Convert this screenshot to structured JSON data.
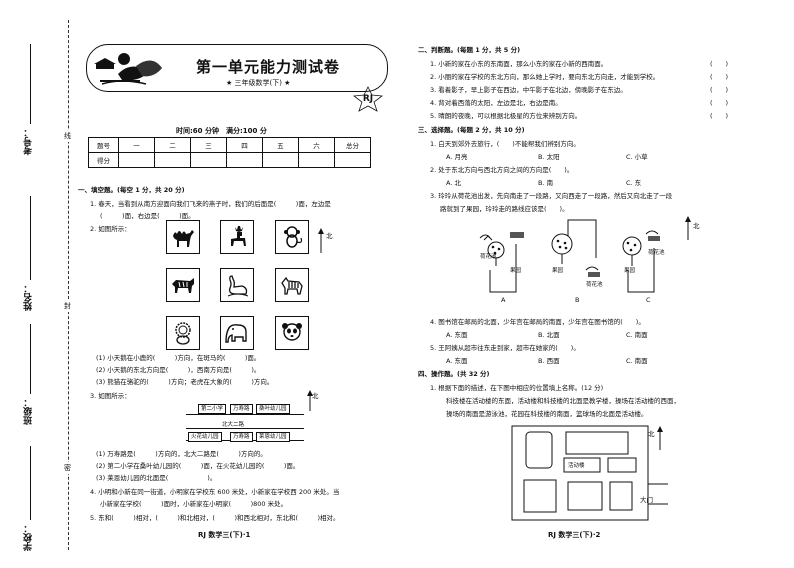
{
  "binding": {
    "student_number_label": "考号：",
    "name_label": "姓名：",
    "class_label": "班级：",
    "school_label": "学校：",
    "line_chars": [
      "线",
      "封",
      "密"
    ]
  },
  "header": {
    "title": "第一单元能力测试卷",
    "subtitle": "★ 三年级数学(下) ★",
    "badge": "RJ",
    "info": "时间:60 分钟　满分:100 分"
  },
  "score_table": {
    "row1": [
      "题号",
      "一",
      "二",
      "三",
      "四",
      "五",
      "六",
      "总分"
    ],
    "row2_label": "得分"
  },
  "left": {
    "sec1_title": "一、填空题。(每空 1 分，共 20 分)",
    "q1_line1": "1. 春天，当看到从南方迎面向我们飞来的燕子时，我们的后面是(　　　)面，左边是",
    "q1_line2": "(　　　)面，右边是(　　　)面。",
    "q2": "2. 如图所示：",
    "north_label": "北",
    "q2_a": "(1) 小天鹅在小鹿的(　　　)方向，在斑马的(　　　)面。",
    "q2_b": "(2) 小天鹅的东北方向是(　　　)，西南方向是(　　　)。",
    "q2_c": "(3) 熊猫在骆驼的(　　　)方向；老虎在大象的(　　　)方向。",
    "q3": "3. 如图所示：",
    "road_north_label": "北",
    "road_boxes": [
      "第二小学",
      "万寿路",
      "桑叶幼儿园",
      "北大二路",
      "火花幼儿园",
      "万寿路",
      "莱恩幼儿园"
    ],
    "q3_a": "(1) 万寿路是(　　　)方向的，北大二路是(　　　)方向的。",
    "q3_b": "(2) 第二小学在桑叶幼儿园的(　　　)面，在火花幼儿园的(　　　)面。",
    "q3_c": "(3) 莱恩幼儿园的北面是(　　　　　　)。",
    "q4_line1": "4. 小明和小新在同一街道，小明家在学校东 600 米处，小新家在学校西 200 米处。当",
    "q4_line2": "小新家在学校(　　　)面时，小新家在小明家(　　　)800 米处。",
    "q5": "5. 东和(　　　)相对，(　　　)和北相对，(　　　)和西北相对，东北和(　　　)相对。",
    "footer": "RJ 数学三(下)·1"
  },
  "right": {
    "sec2_title": "二、判断题。(每题 1 分，共 5 分)",
    "judge": [
      "1. 小新的家在小东的东南面，那么小东的家在小新的西南面。",
      "2. 小丽的家在学校的东北方向，那么她上学时，要向东北方向走，才能到学校。",
      "3. 看着影子，早上影子在西边，中午影子在北边，傍晚影子在东边。",
      "4. 背对着西落的太阳，左边是北，右边是南。",
      "5. 晴朗的夜晚，可以根据北极星的方位来辨别方向。"
    ],
    "paren": "(　　)",
    "sec3_title": "三、选择题。(每题 2 分，共 10 分)",
    "c1": "1. 白天到郊外去旅行，(　　)不能帮我们辨别方向。",
    "c1_opts": [
      "A. 月亮",
      "B. 太阳",
      "C. 小草"
    ],
    "c2": "2. 处于东北方向与西北方向之间的方向是(　　)。",
    "c2_opts": [
      "A. 北",
      "B. 南",
      "C. 东"
    ],
    "c3_line1": "3. 玲玲从荷花池出发，先向南走了一段路，又向西走了一段路，然后又向北走了一段",
    "c3_line2": "路就到了果园，玲玲走的路线应该是(　　)。",
    "garden_label": "果园",
    "pond_label": "荷花池",
    "choice_letters": [
      "A",
      "B",
      "C"
    ],
    "route_north": "北",
    "c4": "4. 图书馆在邮局的北面，少年宫在邮局的南面，少年宫在图书馆的(　　)。",
    "c4_opts": [
      "A. 东面",
      "B. 北面",
      "C. 南面"
    ],
    "c5": "5. 王阿姨从超市往东走到家，超市在她家的(　　)。",
    "c5_opts": [
      "A. 东面",
      "B. 西面",
      "C. 南面"
    ],
    "sec4_title": "四、操作题。(共 32 分)",
    "op1": "1. 根据下面的描述，在下图中相应的位置填上名称。(12 分)",
    "op1_text1": "科技楼在活动楼的东面，活动楼和科技楼的北面是教学楼，操场在活动楼的西面，",
    "op1_text2": "操场的南面是游泳池，花园在科技楼的南面，篮球场的北面是活动楼。",
    "map_building": "活动楼",
    "map_north": "北",
    "map_gate": "大门",
    "footer": "RJ 数学三(下)·2"
  }
}
